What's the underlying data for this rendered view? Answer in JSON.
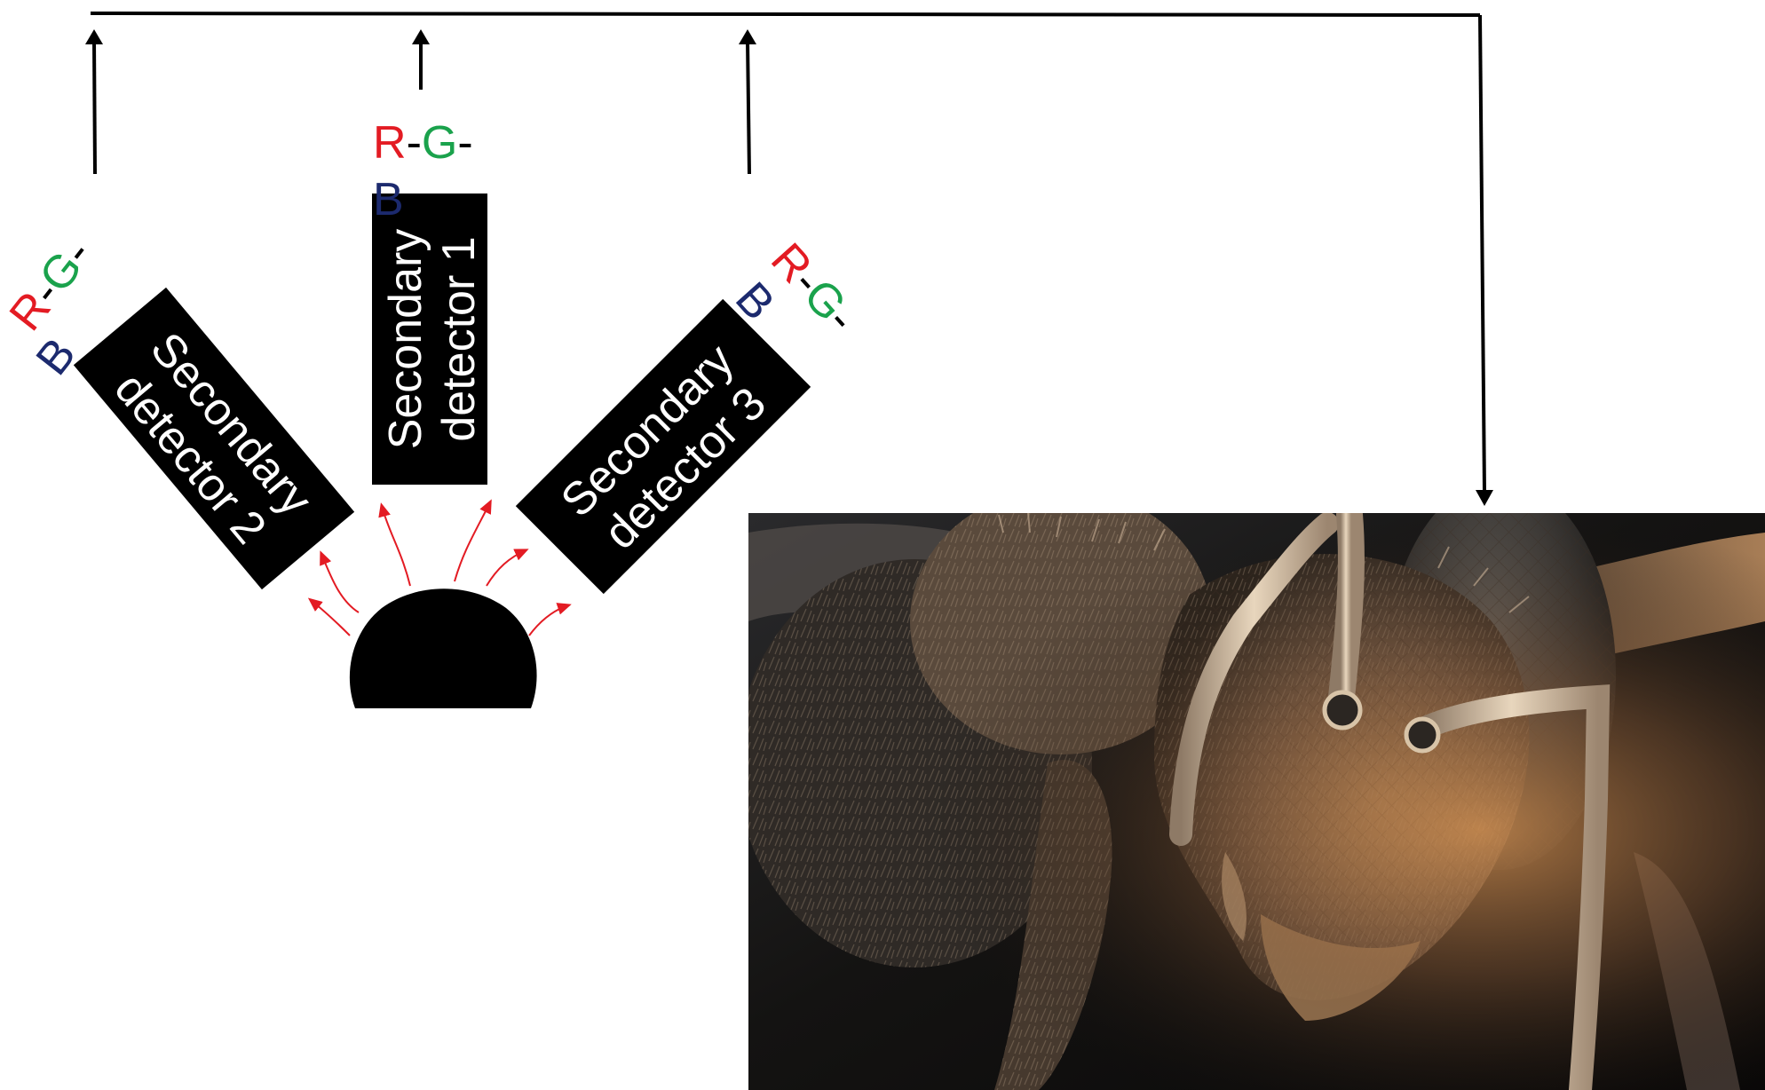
{
  "colors": {
    "red_channel": "#e31b23",
    "green_channel": "#1aa24c",
    "blue_channel": "#1c2a6e",
    "detector_fill": "#000000",
    "signal_line": "#000000",
    "emission_arrow": "#e31b23"
  },
  "detectors": [
    {
      "line1": "Secondary",
      "line2": "detector 1"
    },
    {
      "line1": "Secondary",
      "line2": "detector 2"
    },
    {
      "line1": "Secondary",
      "line2": "detector 3"
    }
  ],
  "rgb_label": {
    "r": "R",
    "sep1": "-",
    "g": "G",
    "sep2": "-",
    "b": "B"
  },
  "specimen": {
    "image_subject": "scanning-electron-micrograph-of-bee-head"
  }
}
